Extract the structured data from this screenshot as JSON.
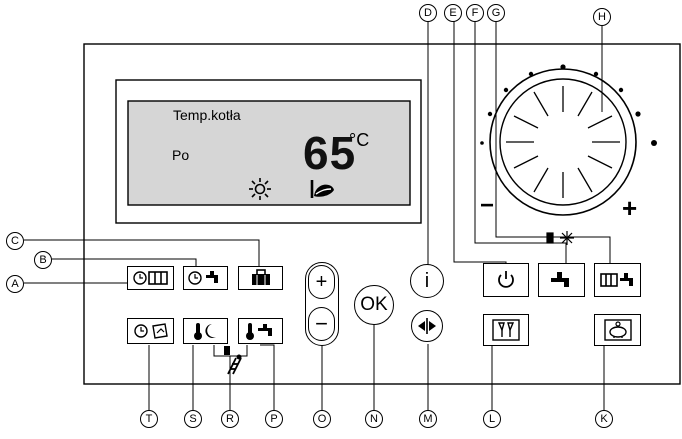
{
  "display": {
    "line1": "Temp.kotła",
    "line2": "Po",
    "temp_value": "65",
    "temp_unit": "°C"
  },
  "buttons": {
    "plus": "+",
    "minus": "−",
    "ok": "OK",
    "info": "i"
  },
  "dial": {
    "minus": "−",
    "plus": "+"
  },
  "labels": [
    "A",
    "B",
    "C",
    "D",
    "E",
    "F",
    "G",
    "H",
    "K",
    "L",
    "M",
    "N",
    "O",
    "P",
    "R",
    "S",
    "T"
  ]
}
